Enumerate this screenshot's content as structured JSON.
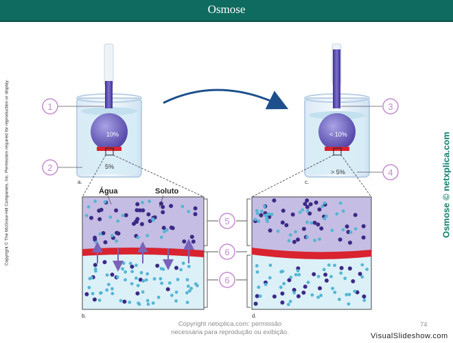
{
  "title": "Osmose",
  "side_label": "Osmose © netxplica.com",
  "copyright_vertical": "Copyright © The McGraw-Hill Companies, Inc. Permission required for reproduction or display.",
  "footer_lines": [
    "Copyright netxplica.com: permissão",
    "necessária para reprodução ou exibição."
  ],
  "page_number": "74",
  "watermark": "VisualSlideshow.com",
  "panel_letters": {
    "a": "a.",
    "b": "b.",
    "c": "c.",
    "d": "d."
  },
  "beaker_left": {
    "inside": "10%",
    "outside": "5%"
  },
  "beaker_right": {
    "inside": "< 10%",
    "outside": "> 5%"
  },
  "labels": {
    "water": "Água",
    "solute": "Soluto"
  },
  "callouts": [
    "1",
    "2",
    "3",
    "4",
    "5",
    "6",
    "6"
  ],
  "colors": {
    "header_bg": "#0f6b5f",
    "upper_compartment": "#c5bde3",
    "lower_compartment": "#dcf0f8",
    "membrane": "#d9232f",
    "solute": "#3b2a86",
    "water": "#54b6d3",
    "callout": "#c48ad1",
    "arrow": "#7a62b8"
  }
}
